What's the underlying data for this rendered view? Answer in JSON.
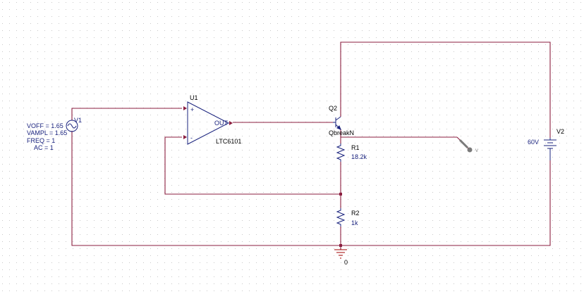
{
  "colors": {
    "wire": "#8b1e3f",
    "component": "#1a237e",
    "label": "#000000",
    "ground": "#a00000",
    "probe": "#7a7a7a",
    "grid_dot": "#c8c8c8",
    "background": "#ffffff"
  },
  "v1": {
    "ref": "V1",
    "voff": "VOFF = 1.65",
    "vampl": "VAMPL = 1.65",
    "freq": "FREQ = 1",
    "ac": "AC = 1",
    "icon": "sine-source-icon"
  },
  "u1": {
    "ref": "U1",
    "part": "LTC6101",
    "plus": "+",
    "minus": "-",
    "out": "OUT",
    "icon": "opamp-icon"
  },
  "q2": {
    "ref": "Q2",
    "part": "QbreakN",
    "icon": "npn-transistor-icon"
  },
  "r1": {
    "ref": "R1",
    "value": "18.2k",
    "icon": "resistor-icon"
  },
  "r2": {
    "ref": "R2",
    "value": "1k",
    "icon": "resistor-icon"
  },
  "v2": {
    "ref": "V2",
    "value": "60V",
    "icon": "battery-icon"
  },
  "ground": {
    "label": "0",
    "icon": "ground-icon"
  },
  "probe": {
    "label": "V",
    "icon": "voltage-probe-icon"
  }
}
